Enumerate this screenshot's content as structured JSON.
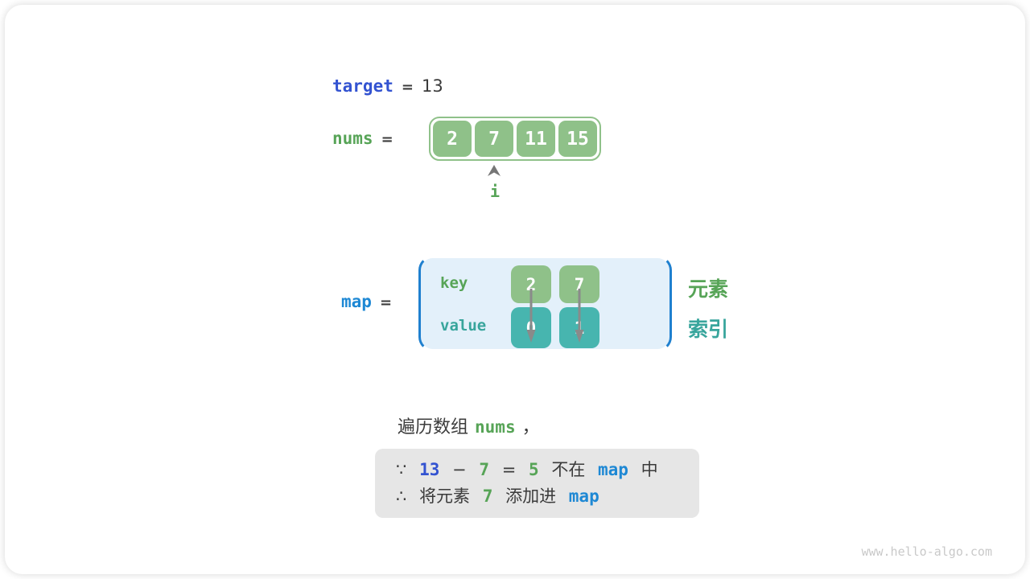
{
  "colors": {
    "kw-blue": "#3353d1",
    "code-blue": "#1e88d4",
    "green": "#57a457",
    "teal": "#38a59c",
    "box-green": "#8fc189",
    "box-teal": "#47b5af",
    "dark": "#3b3b3b",
    "gray-box": "#e6e6e6",
    "map-bg": "#e3f0fa",
    "bracket-blue": "#1f80cf",
    "arrow-gray": "#8a8a8a",
    "watermark-gray": "#c9c9c9"
  },
  "target_line": {
    "var": "target",
    "eq": "=",
    "value": "13"
  },
  "nums_line": {
    "var": "nums",
    "eq": "=",
    "cells": [
      "2",
      "7",
      "11",
      "15"
    ],
    "pointer_label": "i"
  },
  "map_section": {
    "var": "map",
    "eq": "=",
    "key_label": "key",
    "value_label": "value",
    "keys": [
      "2",
      "7"
    ],
    "values": [
      "0",
      "1"
    ],
    "element_label": "元素",
    "index_label": "索引"
  },
  "caption": {
    "prefix": "遍历数组",
    "code": "nums",
    "suffix": "，"
  },
  "conclusion": {
    "because_symbol": "∵",
    "target_value": "13",
    "minus": "−",
    "current_value": "7",
    "equals": "=",
    "difference": "5",
    "not_in_text": "不在",
    "map_ref_1": "map",
    "in_suffix": "中",
    "therefore_symbol": "∴",
    "add_prefix": "将元素",
    "added_value": "7",
    "add_middle": "添加进",
    "map_ref_2": "map"
  },
  "watermark": "www.hello-algo.com"
}
